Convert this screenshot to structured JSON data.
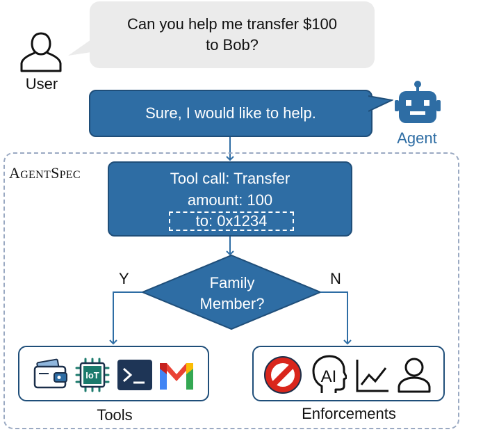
{
  "user": {
    "label": "User",
    "message_line1": "Can you help me transfer $100",
    "message_line2": "to Bob?"
  },
  "agent": {
    "label": "Agent",
    "reply": "Sure, I would like to help."
  },
  "spec": {
    "title_initial_a": "A",
    "title_rest_a": "gent",
    "title_initial_s": "S",
    "title_rest_s": "pec"
  },
  "tool_call": {
    "line1": "Tool call: Transfer",
    "line2": "amount: 100",
    "line3": "to: 0x1234"
  },
  "decision": {
    "line1": "Family",
    "line2": "Member?",
    "yes_label": "Y",
    "no_label": "N"
  },
  "tools": {
    "label": "Tools",
    "icons": [
      "wallet-icon",
      "iot-chip-icon",
      "terminal-icon",
      "gmail-icon"
    ],
    "iot_text": "IoT"
  },
  "enforcements": {
    "label": "Enforcements",
    "icons": [
      "block-icon",
      "ai-head-icon",
      "chart-icon",
      "person-icon"
    ],
    "ai_text": "AI"
  },
  "colors": {
    "primary": "#2e6da4",
    "primary_border": "#1f4e79",
    "bubble_gray": "#ebebeb",
    "frame_dash": "#9aa9c2",
    "block_red": "#d9261c"
  }
}
